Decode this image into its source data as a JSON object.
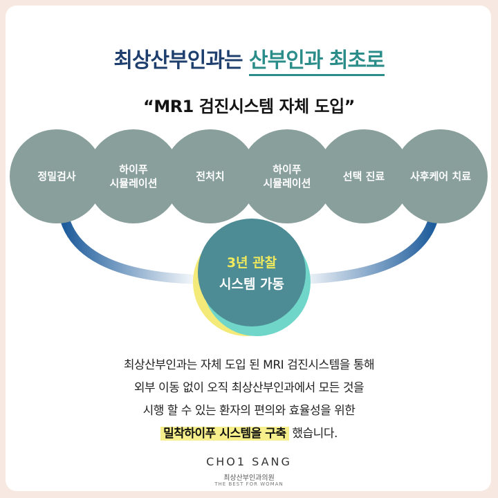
{
  "header": {
    "title_part1": "최상산부인과는 ",
    "title_part2": "산부인과 최초로",
    "subtitle": "“MR1 검진시스템 자체 도입”"
  },
  "steps": [
    {
      "label": "정밀검사"
    },
    {
      "label": "하이푸\n시뮬레이션"
    },
    {
      "label": "전처치"
    },
    {
      "label": "하이푸\n시뮬레이션"
    },
    {
      "label": "선택 진료"
    },
    {
      "label": "사후케어 치료"
    }
  ],
  "center": {
    "line1": "3년 관찰",
    "line2": "시스템 가동"
  },
  "body": {
    "line1": "최상산부인과는 자체 도입 된 MRI 검진시스템을 통해",
    "line2": "외부 이동 없이 오직 최상산부인과에서 모든 것을",
    "line3": "시행 할 수 있는 환자의 편의와 효율성을 위한",
    "highlight": "밀착하이푸 시스템을 구축",
    "line4_tail": " 했습니다."
  },
  "logo": {
    "name": "CHO1 SANG",
    "korean": "최상산부인과의원",
    "tagline": "THE BEST FOR WOMAN"
  },
  "colors": {
    "title_navy": "#1e3f6e",
    "title_teal": "#2b8d89",
    "step_circle": "#889f9b",
    "center_circle": "#4d8c95",
    "highlight": "#f7ef8c"
  }
}
